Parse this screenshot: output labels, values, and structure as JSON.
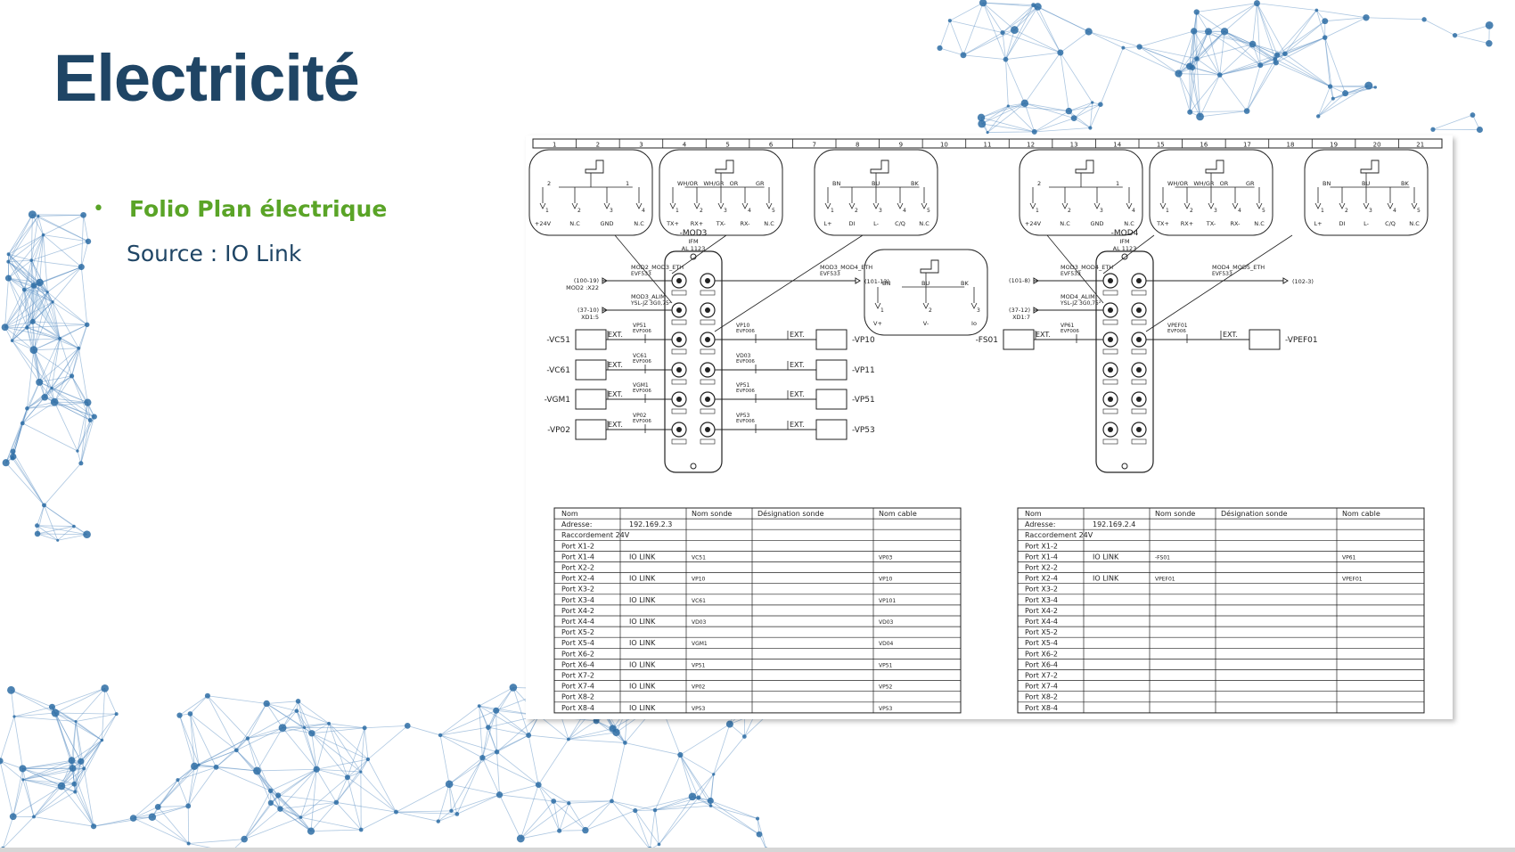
{
  "slide": {
    "title": "Electricité",
    "bullet": "Folio Plan électrique",
    "source": "Source : IO Link"
  },
  "colors": {
    "title": "#1f4565",
    "accent_green": "#5aa427",
    "network_blue": "#2e6da4"
  },
  "schematic": {
    "columns": [
      "1",
      "2",
      "3",
      "4",
      "5",
      "6",
      "7",
      "8",
      "9",
      "10",
      "11",
      "12",
      "13",
      "14",
      "15",
      "16",
      "17",
      "18",
      "19",
      "20",
      "21"
    ],
    "connectors": [
      {
        "pins": [
          "+24V",
          "N.C",
          "GND",
          "N.C"
        ],
        "wires": [
          "2",
          "1"
        ]
      },
      {
        "pins": [
          "TX+",
          "RX+",
          "TX-",
          "RX-",
          "N.C"
        ],
        "wires": [
          "WH/OR",
          "WH/GR",
          "OR",
          "GR"
        ]
      },
      {
        "pins": [
          "L+",
          "DI",
          "L-",
          "C/Q",
          "N.C"
        ],
        "wires": [
          "BN",
          "BU",
          "BK"
        ]
      },
      {
        "pins": [
          "+24V",
          "N.C",
          "GND",
          "N.C"
        ],
        "wires": [
          "2",
          "1"
        ]
      },
      {
        "pins": [
          "TX+",
          "RX+",
          "TX-",
          "RX-",
          "N.C"
        ],
        "wires": [
          "WH/OR",
          "WH/GR",
          "OR",
          "GR"
        ]
      },
      {
        "pins": [
          "L+",
          "DI",
          "L-",
          "C/Q",
          "N.C"
        ],
        "wires": [
          "BN",
          "BU",
          "BK"
        ]
      }
    ],
    "center_connector": {
      "pins": [
        "V+",
        "V-",
        "Io"
      ],
      "wires": [
        "BN",
        "BU",
        "BK"
      ]
    },
    "mod3": {
      "name": "-MOD3",
      "brand": "IFM",
      "ref": "AL 1123"
    },
    "mod4": {
      "name": "-MOD4",
      "brand": "IFM",
      "ref": "AL 1123"
    },
    "mod3_lines": {
      "eth_in": "(100-19)",
      "eth_in_ref": "MOD2 :X22",
      "eth_label": "MOD2_MOD3_ETH",
      "eth_cable": "EVF533",
      "alim_in": "(37-10)",
      "alim_in_ref": "XD1:5",
      "alim_label": "MOD3_ALIM",
      "alim_cable": "YSL-JZ 3G0,75²",
      "eth_out": "(101-13)",
      "eth_out_label": "MOD3_MOD4_ETH",
      "eth_out_cable": "EVF533"
    },
    "mod4_lines": {
      "eth_in": "(101-8)",
      "eth_label": "MOD3_MOD4_ETH",
      "eth_cable": "EVF533",
      "alim_in": "(37-12)",
      "alim_in_ref": "XD1:7",
      "alim_label": "MOD4_ALIM",
      "alim_cable": "YSL-JZ 3G0,75²",
      "eth_out": "(102-3)",
      "eth_out_label": "MOD4_MOD5_ETH",
      "eth_out_cable": "EVF533"
    },
    "ext_label": "EXT.",
    "mod3_left": [
      {
        "device": "-VC51",
        "sensor": "VP51",
        "cable": "EVF006"
      },
      {
        "device": "-VC61",
        "sensor": "VC61",
        "cable": "EVF006"
      },
      {
        "device": "-VGM1",
        "sensor": "VGM1",
        "cable": "EVF006"
      },
      {
        "device": "-VP02",
        "sensor": "VP02",
        "cable": "EVF006"
      }
    ],
    "mod3_right": [
      {
        "device": "-VP10",
        "sensor": "VP10",
        "cable": "EVF006"
      },
      {
        "device": "-VP11",
        "sensor": "VD03",
        "cable": "EVF006"
      },
      {
        "device": "-VP51",
        "sensor": "VP51",
        "cable": "EVF006"
      },
      {
        "device": "-VP53",
        "sensor": "VP53",
        "cable": "EVF006"
      }
    ],
    "mod4_left": [
      {
        "device": "-FS01",
        "sensor": "VP61",
        "cable": "EVF006"
      }
    ],
    "mod4_right": [
      {
        "device": "-VPEF01",
        "sensor": "VPEF01",
        "cable": "EVF006"
      }
    ]
  },
  "tables": [
    {
      "headers": [
        "Nom",
        "",
        "Nom sonde",
        "Désignation sonde",
        "Nom cable"
      ],
      "rows": [
        [
          "Adresse:",
          "192.169.2.3",
          "",
          "",
          ""
        ],
        [
          "Raccordement 24V",
          "",
          "",
          "",
          ""
        ],
        [
          "Port X1-2",
          "",
          "",
          "",
          ""
        ],
        [
          "Port X1-4",
          "IO LINK",
          "VC51",
          "",
          "VP03"
        ],
        [
          "Port X2-2",
          "",
          "",
          "",
          ""
        ],
        [
          "Port X2-4",
          "IO LINK",
          "VP10",
          "",
          "VP10"
        ],
        [
          "Port X3-2",
          "",
          "",
          "",
          ""
        ],
        [
          "Port X3-4",
          "IO LINK",
          "VC61",
          "",
          "VP101"
        ],
        [
          "Port X4-2",
          "",
          "",
          "",
          ""
        ],
        [
          "Port X4-4",
          "IO LINK",
          "VD03",
          "",
          "VD03"
        ],
        [
          "Port X5-2",
          "",
          "",
          "",
          ""
        ],
        [
          "Port X5-4",
          "IO LINK",
          "VGM1",
          "",
          "VD04"
        ],
        [
          "Port X6-2",
          "",
          "",
          "",
          ""
        ],
        [
          "Port X6-4",
          "IO LINK",
          "VP51",
          "",
          "VP51"
        ],
        [
          "Port X7-2",
          "",
          "",
          "",
          ""
        ],
        [
          "Port X7-4",
          "IO LINK",
          "VP02",
          "",
          "VP52"
        ],
        [
          "Port X8-2",
          "",
          "",
          "",
          ""
        ],
        [
          "Port X8-4",
          "IO LINK",
          "VP53",
          "",
          "VP53"
        ]
      ]
    },
    {
      "headers": [
        "Nom",
        "",
        "Nom sonde",
        "Désignation sonde",
        "Nom cable"
      ],
      "rows": [
        [
          "Adresse:",
          "192.169.2.4",
          "",
          "",
          ""
        ],
        [
          "Raccordement 24V",
          "",
          "",
          "",
          ""
        ],
        [
          "Port X1-2",
          "",
          "",
          "",
          ""
        ],
        [
          "Port X1-4",
          "IO LINK",
          "-FS01",
          "",
          "VP61"
        ],
        [
          "Port X2-2",
          "",
          "",
          "",
          ""
        ],
        [
          "Port X2-4",
          "IO LINK",
          "VPEF01",
          "",
          "VPEF01"
        ],
        [
          "Port X3-2",
          "",
          "",
          "",
          ""
        ],
        [
          "Port X3-4",
          "",
          "",
          "",
          ""
        ],
        [
          "Port X4-2",
          "",
          "",
          "",
          ""
        ],
        [
          "Port X4-4",
          "",
          "",
          "",
          ""
        ],
        [
          "Port X5-2",
          "",
          "",
          "",
          ""
        ],
        [
          "Port X5-4",
          "",
          "",
          "",
          ""
        ],
        [
          "Port X6-2",
          "",
          "",
          "",
          ""
        ],
        [
          "Port X6-4",
          "",
          "",
          "",
          ""
        ],
        [
          "Port X7-2",
          "",
          "",
          "",
          ""
        ],
        [
          "Port X7-4",
          "",
          "",
          "",
          ""
        ],
        [
          "Port X8-2",
          "",
          "",
          "",
          ""
        ],
        [
          "Port X8-4",
          "",
          "",
          "",
          ""
        ]
      ]
    }
  ]
}
